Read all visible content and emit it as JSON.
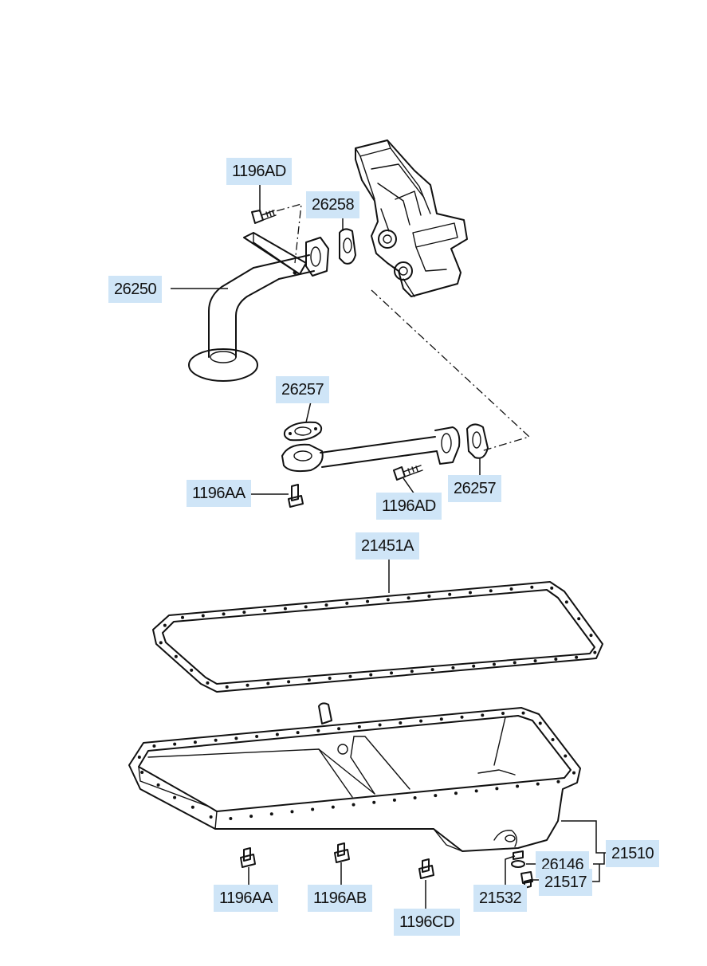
{
  "labels": {
    "bolt_top": "1196AD",
    "gasket_pickup": "26258",
    "oil_pickup": "26250",
    "gasket_left": "26257",
    "gasket_right": "26257",
    "bolt_aa_upper": "1196AA",
    "bolt_ad_lower": "1196AD",
    "pan_gasket": "21451A",
    "oil_pan_assy": "21510",
    "washer": "26146",
    "drain_plug": "21517",
    "clip": "21532",
    "bolt_aa_lower": "1196AA",
    "bolt_ab": "1196AB",
    "bolt_cd": "1196CD"
  },
  "colors": {
    "label_bg": "#cfe5f7",
    "ink": "#111111"
  }
}
